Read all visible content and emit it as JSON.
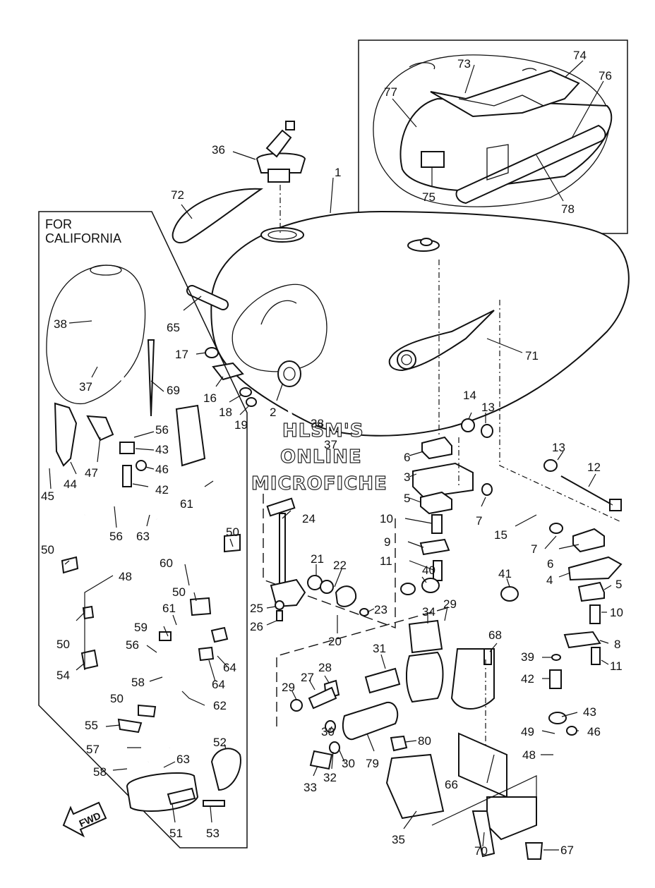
{
  "california_box": {
    "title_line1": "FOR",
    "title_line2": "CALIFORNIA"
  },
  "watermark": {
    "line1": "HLSM'S",
    "line2": "ONLINE",
    "line3": "MICROFICHE"
  },
  "fwd_arrow": {
    "text": "FWD"
  },
  "callouts": [
    {
      "id": "c73",
      "text": "73"
    },
    {
      "id": "c74",
      "text": "74"
    },
    {
      "id": "c77",
      "text": "77"
    },
    {
      "id": "c76",
      "text": "76"
    },
    {
      "id": "c75",
      "text": "75"
    },
    {
      "id": "c78",
      "text": "78"
    },
    {
      "id": "c36",
      "text": "36"
    },
    {
      "id": "c1",
      "text": "1"
    },
    {
      "id": "c72",
      "text": "72"
    },
    {
      "id": "c65",
      "text": "65"
    },
    {
      "id": "c71",
      "text": "71"
    },
    {
      "id": "c17",
      "text": "17"
    },
    {
      "id": "c16",
      "text": "16"
    },
    {
      "id": "c18",
      "text": "18"
    },
    {
      "id": "c19",
      "text": "19"
    },
    {
      "id": "c2",
      "text": "2"
    },
    {
      "id": "c38a",
      "text": "38"
    },
    {
      "id": "c37a",
      "text": "37"
    },
    {
      "id": "c69",
      "text": "69"
    },
    {
      "id": "c38b",
      "text": "38"
    },
    {
      "id": "c37b",
      "text": "37"
    },
    {
      "id": "c14",
      "text": "14"
    },
    {
      "id": "c13a",
      "text": "13"
    },
    {
      "id": "c13b",
      "text": "13"
    },
    {
      "id": "c12",
      "text": "12"
    },
    {
      "id": "c56a",
      "text": "56"
    },
    {
      "id": "c43a",
      "text": "43"
    },
    {
      "id": "c46a",
      "text": "46"
    },
    {
      "id": "c47",
      "text": "47"
    },
    {
      "id": "c44",
      "text": "44"
    },
    {
      "id": "c45",
      "text": "45"
    },
    {
      "id": "c42a",
      "text": "42"
    },
    {
      "id": "c6a",
      "text": "6"
    },
    {
      "id": "c3",
      "text": "3"
    },
    {
      "id": "c5a",
      "text": "5"
    },
    {
      "id": "c7a",
      "text": "7"
    },
    {
      "id": "c15",
      "text": "15"
    },
    {
      "id": "c7b",
      "text": "7"
    },
    {
      "id": "c6b",
      "text": "6"
    },
    {
      "id": "c4",
      "text": "4"
    },
    {
      "id": "c5b",
      "text": "5"
    },
    {
      "id": "c10a",
      "text": "10"
    },
    {
      "id": "c9",
      "text": "9"
    },
    {
      "id": "c11a",
      "text": "11"
    },
    {
      "id": "c10b",
      "text": "10"
    },
    {
      "id": "c8",
      "text": "8"
    },
    {
      "id": "c11b",
      "text": "11"
    },
    {
      "id": "c61a",
      "text": "61"
    },
    {
      "id": "c24",
      "text": "24"
    },
    {
      "id": "c56b",
      "text": "56"
    },
    {
      "id": "c63a",
      "text": "63"
    },
    {
      "id": "c50a",
      "text": "50"
    },
    {
      "id": "c50b",
      "text": "50"
    },
    {
      "id": "c48a",
      "text": "48"
    },
    {
      "id": "c60",
      "text": "60"
    },
    {
      "id": "c50c",
      "text": "50"
    },
    {
      "id": "c21",
      "text": "21"
    },
    {
      "id": "c22",
      "text": "22"
    },
    {
      "id": "c40",
      "text": "40"
    },
    {
      "id": "c41",
      "text": "41"
    },
    {
      "id": "c25",
      "text": "25"
    },
    {
      "id": "c26",
      "text": "26"
    },
    {
      "id": "c23",
      "text": "23"
    },
    {
      "id": "c20",
      "text": "20"
    },
    {
      "id": "c61b",
      "text": "61"
    },
    {
      "id": "c59",
      "text": "59"
    },
    {
      "id": "c56c",
      "text": "56"
    },
    {
      "id": "c50d",
      "text": "50"
    },
    {
      "id": "c54",
      "text": "54"
    },
    {
      "id": "c64a",
      "text": "64"
    },
    {
      "id": "c64b",
      "text": "64"
    },
    {
      "id": "c58a",
      "text": "58"
    },
    {
      "id": "c34",
      "text": "34"
    },
    {
      "id": "c29a",
      "text": "29"
    },
    {
      "id": "c68",
      "text": "68"
    },
    {
      "id": "c39",
      "text": "39"
    },
    {
      "id": "c31",
      "text": "31"
    },
    {
      "id": "c28",
      "text": "28"
    },
    {
      "id": "c27",
      "text": "27"
    },
    {
      "id": "c29b",
      "text": "29"
    },
    {
      "id": "c42b",
      "text": "42"
    },
    {
      "id": "c43b",
      "text": "43"
    },
    {
      "id": "c49",
      "text": "49"
    },
    {
      "id": "c46b",
      "text": "46"
    },
    {
      "id": "c50e",
      "text": "50"
    },
    {
      "id": "c62",
      "text": "62"
    },
    {
      "id": "c55",
      "text": "55"
    },
    {
      "id": "c57",
      "text": "57"
    },
    {
      "id": "c52",
      "text": "52"
    },
    {
      "id": "c58b",
      "text": "58"
    },
    {
      "id": "c63b",
      "text": "63"
    },
    {
      "id": "c51",
      "text": "51"
    },
    {
      "id": "c53",
      "text": "53"
    },
    {
      "id": "c30a",
      "text": "30"
    },
    {
      "id": "c80",
      "text": "80"
    },
    {
      "id": "c30b",
      "text": "30"
    },
    {
      "id": "c79",
      "text": "79"
    },
    {
      "id": "c33",
      "text": "33"
    },
    {
      "id": "c32",
      "text": "32"
    },
    {
      "id": "c48b",
      "text": "48"
    },
    {
      "id": "c66",
      "text": "66"
    },
    {
      "id": "c35",
      "text": "35"
    },
    {
      "id": "c70",
      "text": "70"
    },
    {
      "id": "c67",
      "text": "67"
    }
  ]
}
